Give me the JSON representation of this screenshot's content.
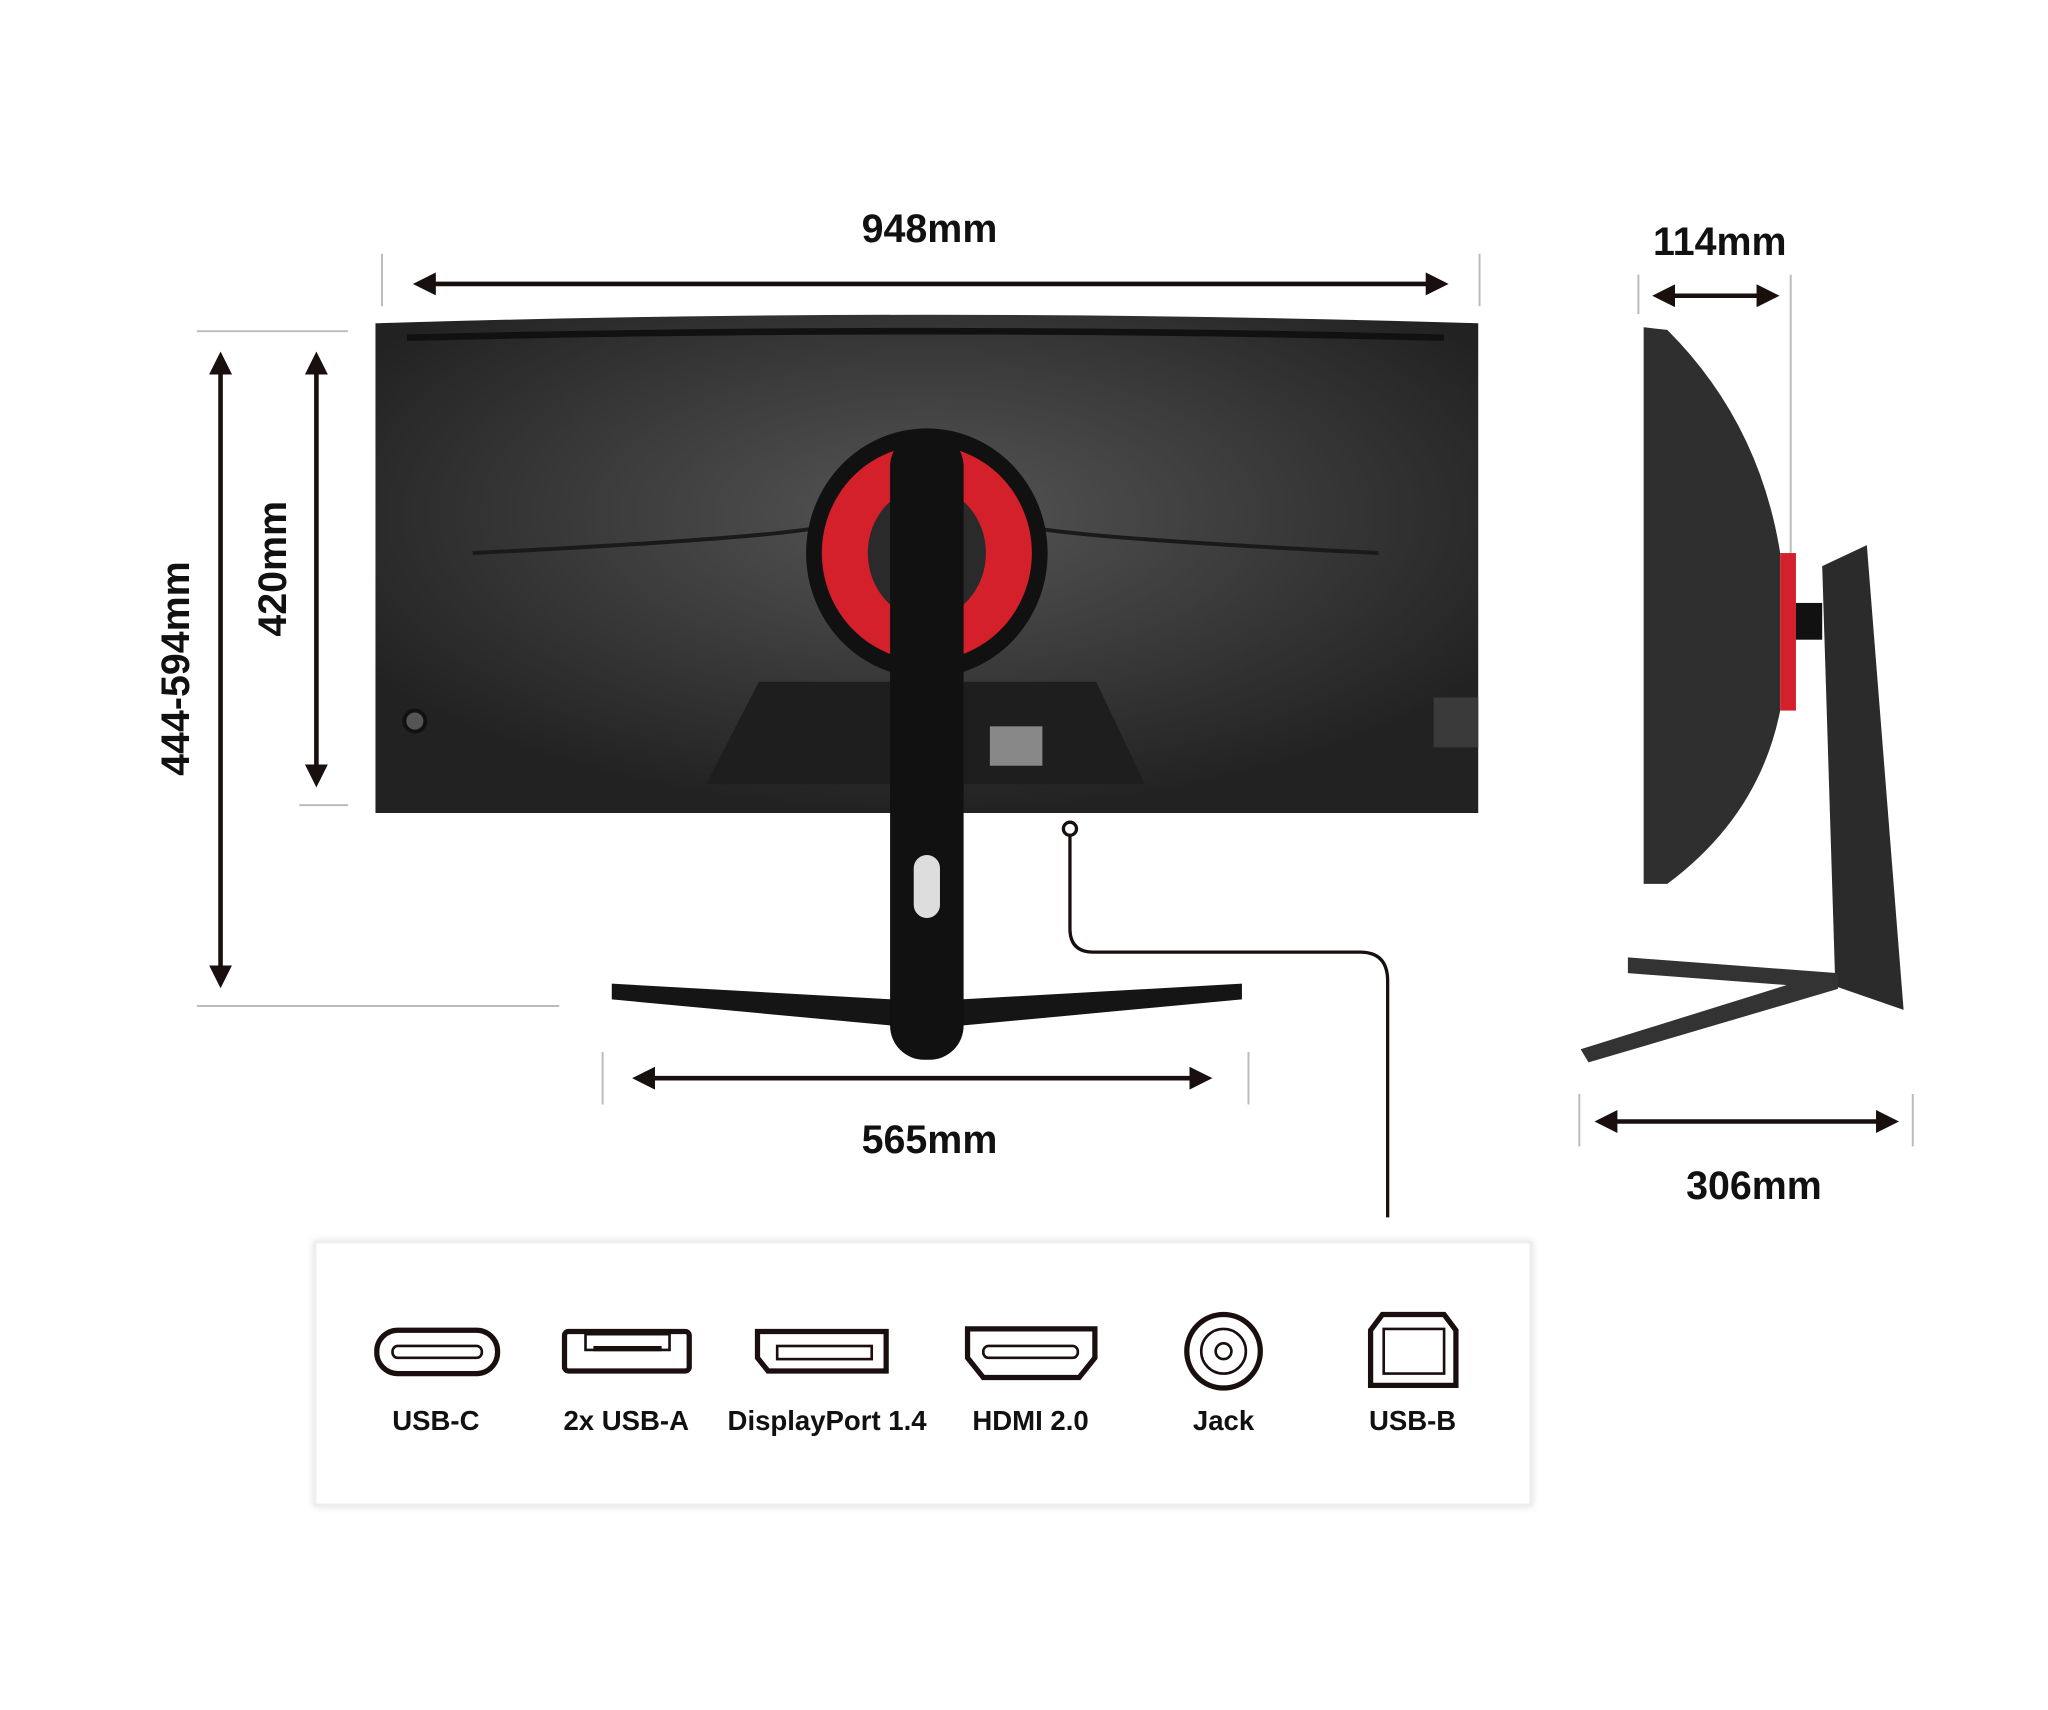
{
  "dimensions": {
    "width": "948mm",
    "height_total": "444-594mm",
    "height_panel": "420mm",
    "stand_width": "565mm",
    "depth_panel": "114mm",
    "depth_stand": "306mm"
  },
  "ports": [
    {
      "label": "USB-C",
      "icon": "usb-c-port-icon"
    },
    {
      "label": "2x USB-A",
      "icon": "usb-a-port-icon"
    },
    {
      "label": "DisplayPort 1.4",
      "icon": "displayport-icon"
    },
    {
      "label": "HDMI 2.0",
      "icon": "hdmi-port-icon"
    },
    {
      "label": "Jack",
      "icon": "audio-jack-icon"
    },
    {
      "label": "USB-B",
      "icon": "usb-b-port-icon"
    }
  ],
  "colors": {
    "accent": "#d4202a",
    "body": "#2b2b2b",
    "line": "#1a0f0f"
  }
}
